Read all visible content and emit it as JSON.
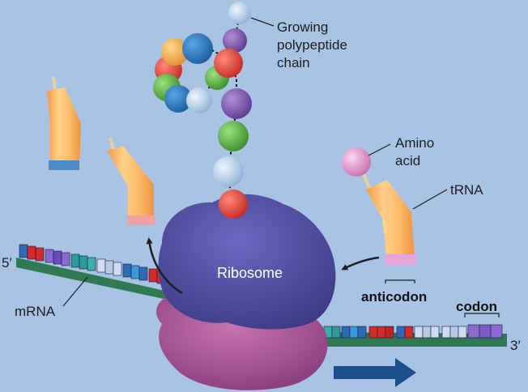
{
  "labels": {
    "chain_line1": "Growing",
    "chain_line2": "polypeptide",
    "chain_line3": "chain",
    "amino_line1": "Amino",
    "amino_line2": "acid",
    "trna": "tRNA",
    "ribosome": "Ribosome",
    "mrna": "mRNA",
    "anticodon": "anticodon",
    "codon": "codon",
    "five_prime": "5′",
    "three_prime": "3′"
  },
  "colors": {
    "background": "#a9c3e4",
    "ribosome_large": "#4a479c",
    "ribosome_small": "#a04e8f",
    "trna_body": "#fcb967",
    "mrna_strand": "#3f8a63",
    "translation_arrow": "#1d4f8c"
  }
}
